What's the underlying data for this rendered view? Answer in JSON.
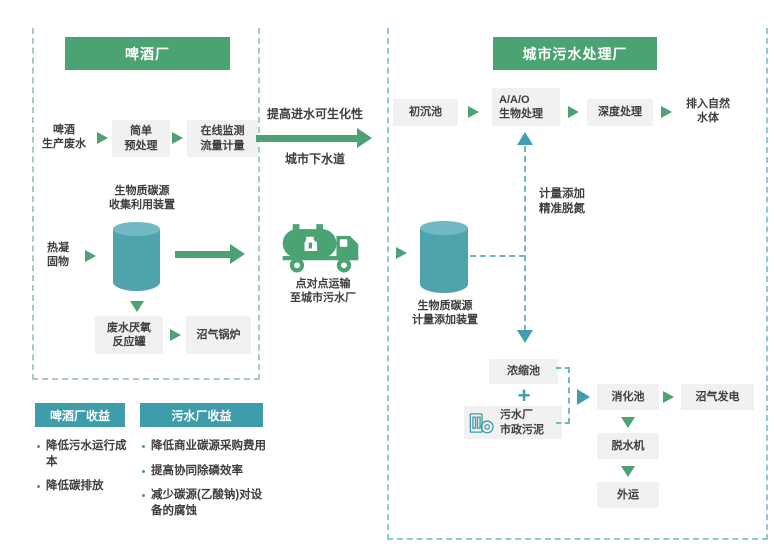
{
  "colors": {
    "green": "#4BA273",
    "teal": "#3E9DAA",
    "cylinder": "#4FA3AD",
    "box_gray": "#F1F1F1",
    "green_dash": "#A7CFB8",
    "teal_dash": "#8FC9D3"
  },
  "brewery": {
    "title": "啤酒厂",
    "source": {
      "line1": "啤酒",
      "line2": "生产废水"
    },
    "pretreat": {
      "line1": "简单",
      "line2": "预处理"
    },
    "monitor": {
      "line1": "在线监测",
      "line2": "流量计量"
    },
    "device_label": {
      "line1": "生物质碳源",
      "line2": "收集利用装置"
    },
    "solids": {
      "line1": "热凝",
      "line2": "固物"
    },
    "anaerobic": {
      "line1": "废水厌氧",
      "line2": "反应罐"
    },
    "boiler": "沼气锅炉"
  },
  "transfer": {
    "arrow_top": "提高进水可生化性",
    "arrow_bottom": "城市下水道",
    "truck_label": {
      "line1": "点对点运输",
      "line2": "至城市污水厂"
    }
  },
  "wwtp": {
    "title": "城市污水处理厂",
    "primary": "初沉池",
    "aao": {
      "line1": "A/A/O",
      "line2": "生物处理"
    },
    "advanced": "深度处理",
    "discharge": {
      "line1": "排入自然",
      "line2": "水体"
    },
    "dosing_device": {
      "line1": "生物质碳源",
      "line2": "计量添加装置"
    },
    "dosing_note": {
      "line1": "计量添加",
      "line2": "精准脱氮"
    },
    "thickener": "浓缩池",
    "plus": "+",
    "sludge": {
      "line1": "污水厂",
      "line2": "市政污泥"
    },
    "digester": "消化池",
    "biogas_power": "沼气发电",
    "dewatering": "脱水机",
    "outbound": "外运"
  },
  "benefits": {
    "brewery": {
      "title": "啤酒厂收益",
      "items": [
        "降低污水运行成本",
        "降低碳排放"
      ]
    },
    "wwtp": {
      "title": "污水厂收益",
      "items": [
        "降低商业碳源采购费用",
        "提高协同除磷效率",
        "减少碳源(乙酸钠)对设备的腐蚀"
      ]
    }
  }
}
